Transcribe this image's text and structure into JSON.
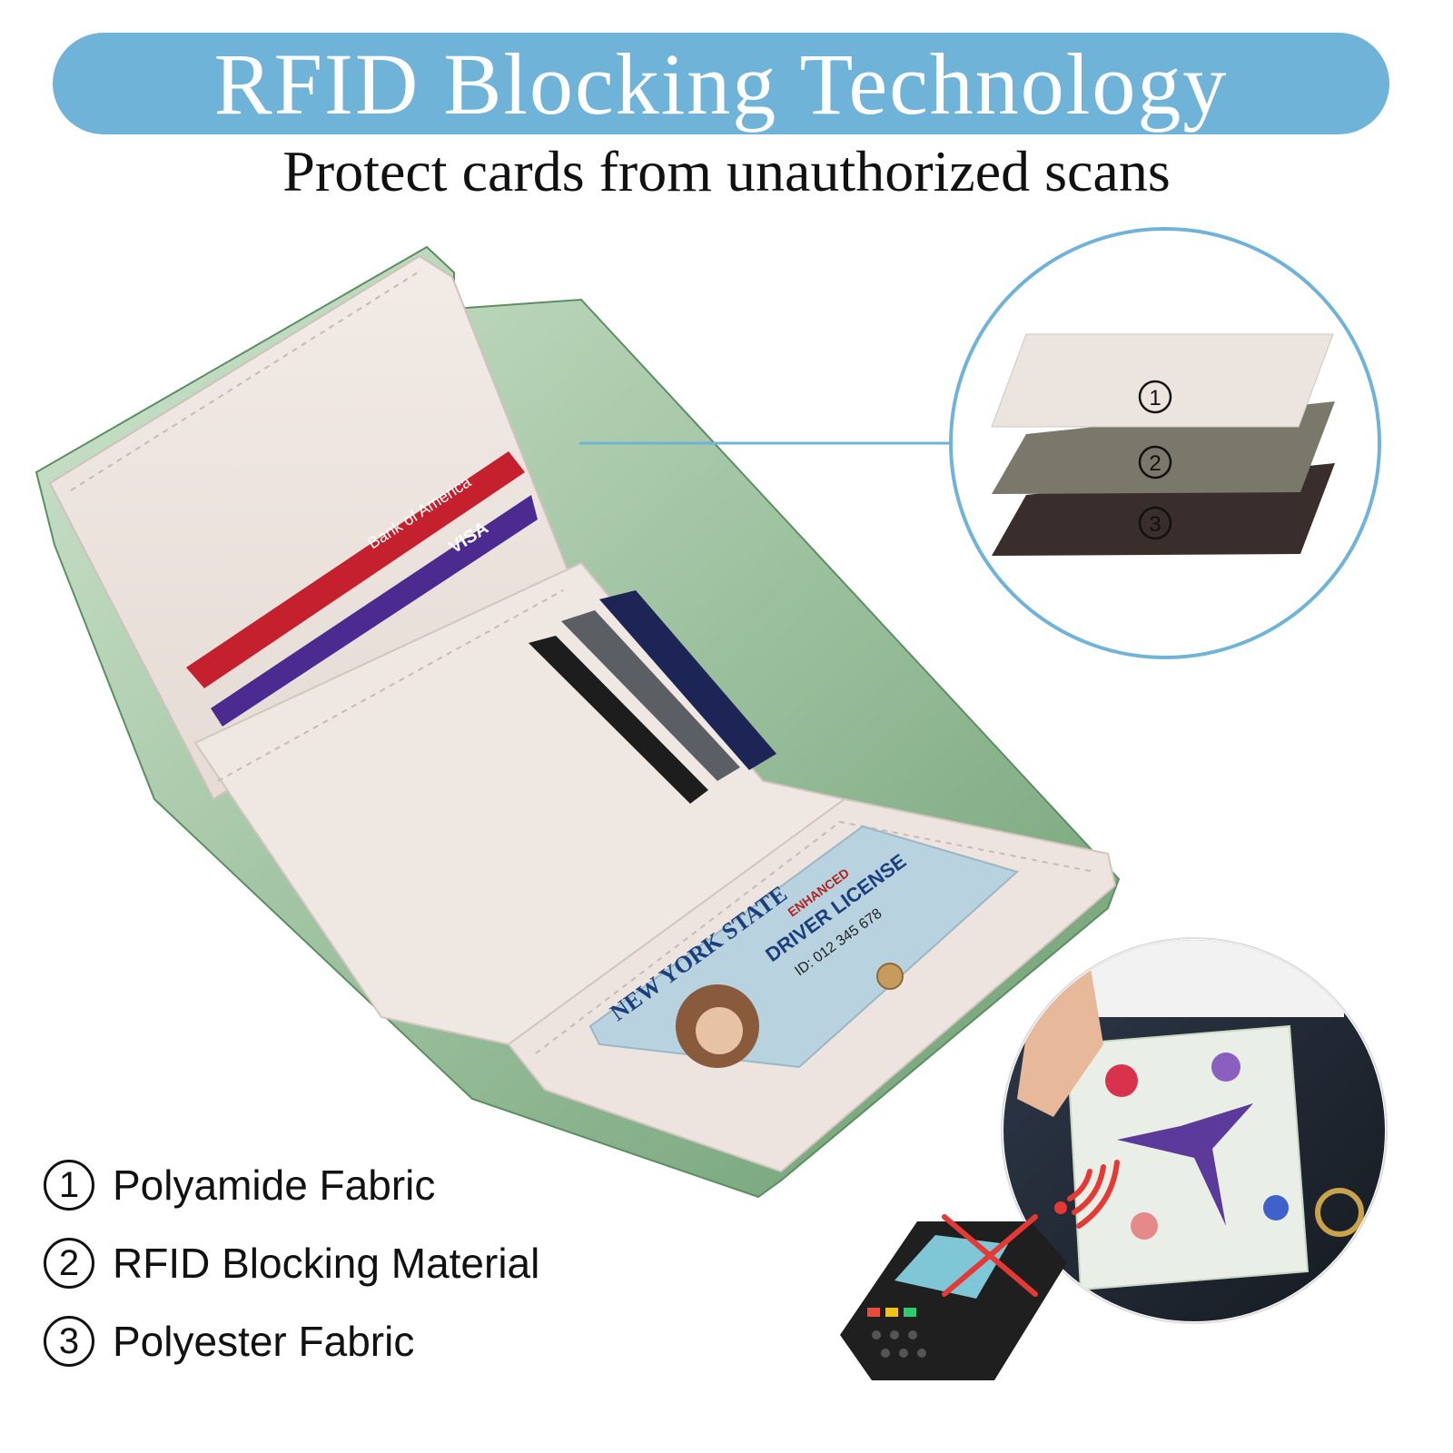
{
  "header": {
    "title": "RFID Blocking Technology",
    "subtitle": "Protect cards from unauthorized scans"
  },
  "layers_callout": {
    "layer_1": "1",
    "layer_2": "2",
    "layer_3": "3"
  },
  "cards": {
    "bank_card_text": "Bank of America",
    "visa_text": "VISA"
  },
  "id_card": {
    "state": "NEW YORK STATE",
    "type": "DRIVER LICENSE",
    "enhanced": "ENHANCED",
    "id_line": "ID: 012 345 678"
  },
  "legend": {
    "items": [
      {
        "num": "1",
        "label": "Polyamide Fabric"
      },
      {
        "num": "2",
        "label": "RFID Blocking Material"
      },
      {
        "num": "3",
        "label": "Polyester Fabric"
      }
    ]
  },
  "colors": {
    "banner": "#6fb3d8",
    "wallet_leather": "#efe6e1",
    "callout_ring": "#6fb3d8",
    "layer_1": "#ebe4df",
    "layer_2": "#7a776b",
    "layer_3": "#3a2e2c",
    "no_scan": "#e53935"
  }
}
